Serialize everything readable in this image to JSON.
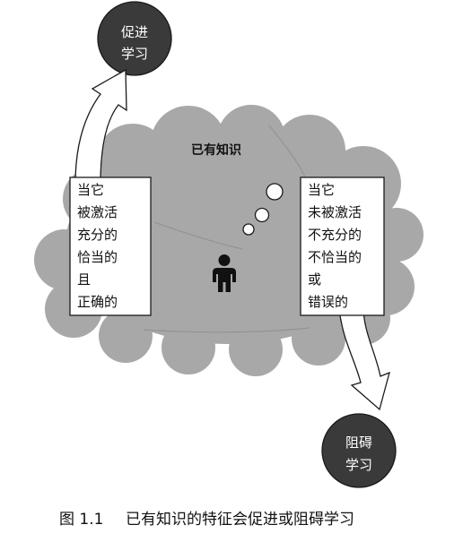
{
  "diagram": {
    "cloud_label": "已有知识",
    "promote_circle": {
      "line1": "促进",
      "line2": "学习"
    },
    "hinder_circle": {
      "line1": "阻碍",
      "line2": "学习"
    },
    "left_box": {
      "lines": [
        "当它",
        "被激活",
        "充分的",
        "恰当的",
        "且",
        "正确的"
      ]
    },
    "right_box": {
      "lines": [
        "当它",
        "未被激活",
        "不充分的",
        "不恰当的",
        "或",
        "错误的"
      ]
    },
    "icons": {
      "person": "person-icon",
      "thought": "thought-bubble-icon"
    }
  },
  "caption": {
    "label": "图 1.1",
    "text": "已有知识的特征会促进或阻碍学习"
  },
  "colors": {
    "cloud": "#a8a8a8",
    "circle": "#3a3a3a",
    "circle_text": "#ffffff",
    "box": "#ffffff",
    "arrow": "#ffffff",
    "person": "#111111"
  }
}
